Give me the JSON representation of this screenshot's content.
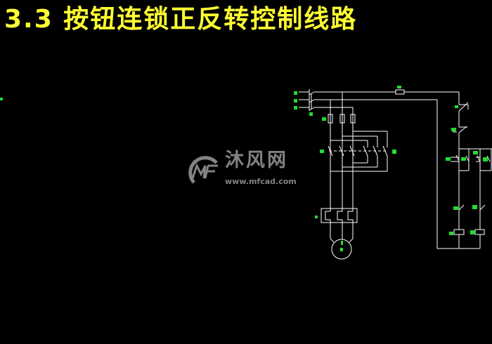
{
  "slide": {
    "title": "3.3 按钮连锁正反转控制线路"
  },
  "watermark": {
    "logo_letters": "MF",
    "name": "沐风网",
    "url": "www.mfcad.com"
  },
  "colors": {
    "background": "#000000",
    "title": "#ffff33",
    "wire": "#ffffff",
    "label": "#22dd33",
    "watermark": "#9a9a9a"
  }
}
